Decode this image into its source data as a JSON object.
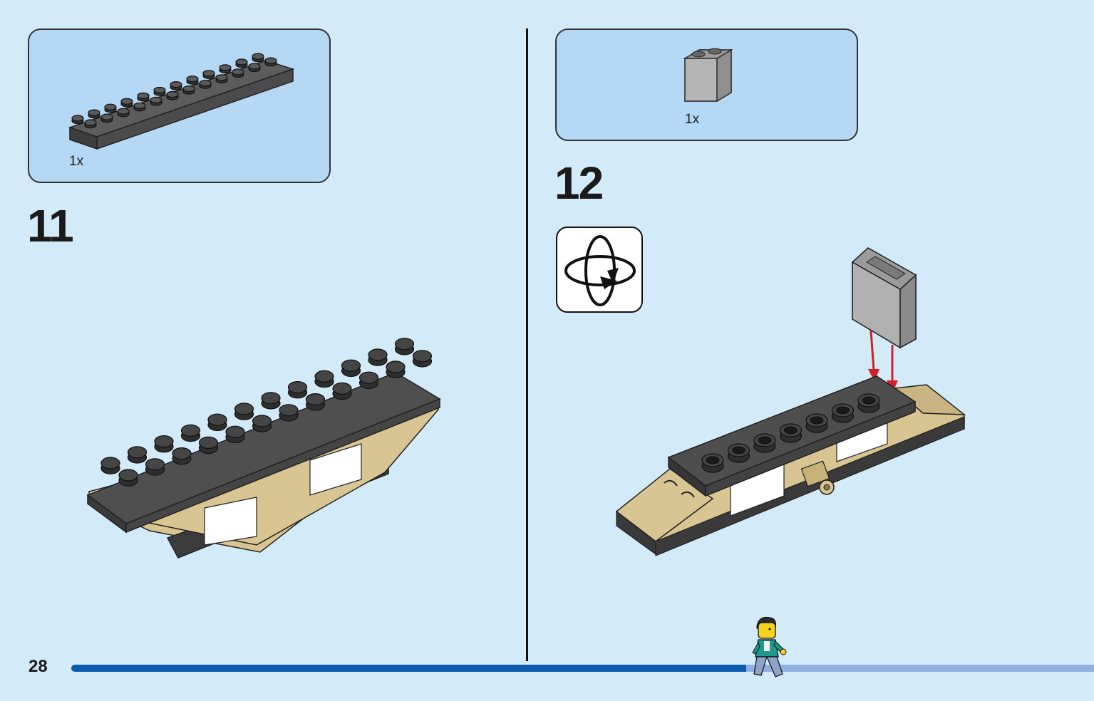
{
  "page": {
    "number": "28"
  },
  "steps": [
    {
      "number": "11",
      "parts": [
        {
          "quantity": "1x",
          "piece": "plate-2x12-dark-gray"
        }
      ]
    },
    {
      "number": "12",
      "parts": [
        {
          "quantity": "1x",
          "piece": "brick-1x2x2-light-gray"
        }
      ],
      "has_rotate_icon": true
    }
  ],
  "progress": {
    "fraction": 0.66
  },
  "icons": {
    "rotate": "rotate-model-icon",
    "minifigure": "walking-minifigure-icon",
    "arrows": "red-down-arrow-icon"
  },
  "colors": {
    "page_background": "#d3eaf9",
    "parts_box": "#b5d8f5",
    "progress_done": "#0b5cad",
    "progress_remaining": "#8fb0e0",
    "brick_dark": "#4a4a4a",
    "brick_tan": "#d8c592",
    "brick_gray": "#a5a5a5",
    "arrow": "#d0202a"
  }
}
